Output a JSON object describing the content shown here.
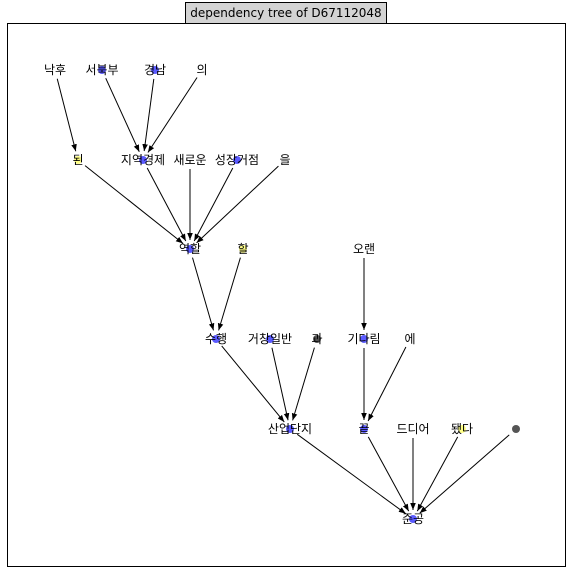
{
  "title": "dependency tree of D67112048",
  "colors": {
    "noun": "#5b5bff",
    "josa": "#ffff88",
    "punct": "#555555",
    "edge": "#000000"
  },
  "tree": {
    "nodes": [
      {
        "id": "n0",
        "text": "낙후",
        "type": "none"
      },
      {
        "id": "n1",
        "text": "서북부",
        "type": "noun"
      },
      {
        "id": "n2",
        "text": "경남",
        "type": "noun"
      },
      {
        "id": "n3",
        "text": "의",
        "type": "none"
      },
      {
        "id": "n4",
        "text": "된",
        "type": "josa"
      },
      {
        "id": "n5",
        "text": "지역경제",
        "type": "noun"
      },
      {
        "id": "n6",
        "text": "새로운",
        "type": "none"
      },
      {
        "id": "n7",
        "text": "성장거점",
        "type": "noun"
      },
      {
        "id": "n8",
        "text": "을",
        "type": "none"
      },
      {
        "id": "n9",
        "text": "역할",
        "type": "noun"
      },
      {
        "id": "n10",
        "text": "할",
        "type": "josa"
      },
      {
        "id": "n11",
        "text": "오랜",
        "type": "none"
      },
      {
        "id": "n12",
        "text": "수행",
        "type": "noun"
      },
      {
        "id": "n13",
        "text": "거창일반",
        "type": "noun"
      },
      {
        "id": "n14",
        "text": "과",
        "type": "punct"
      },
      {
        "id": "n15",
        "text": "기다림",
        "type": "noun"
      },
      {
        "id": "n16",
        "text": "에",
        "type": "none"
      },
      {
        "id": "n17",
        "text": "산업단지",
        "type": "noun"
      },
      {
        "id": "n18",
        "text": "끝",
        "type": "noun"
      },
      {
        "id": "n19",
        "text": "드디어",
        "type": "none"
      },
      {
        "id": "n20",
        "text": "됐다",
        "type": "josa"
      },
      {
        "id": "n21",
        "text": "",
        "type": "punct"
      },
      {
        "id": "n22",
        "text": "준공",
        "type": "noun"
      }
    ],
    "edges": [
      [
        "n0",
        "n4"
      ],
      [
        "n1",
        "n5"
      ],
      [
        "n2",
        "n5"
      ],
      [
        "n3",
        "n5"
      ],
      [
        "n4",
        "n9"
      ],
      [
        "n5",
        "n9"
      ],
      [
        "n6",
        "n9"
      ],
      [
        "n7",
        "n9"
      ],
      [
        "n8",
        "n9"
      ],
      [
        "n9",
        "n12"
      ],
      [
        "n10",
        "n12"
      ],
      [
        "n11",
        "n15"
      ],
      [
        "n12",
        "n17"
      ],
      [
        "n13",
        "n17"
      ],
      [
        "n14",
        "n17"
      ],
      [
        "n15",
        "n18"
      ],
      [
        "n16",
        "n18"
      ],
      [
        "n17",
        "n22"
      ],
      [
        "n18",
        "n22"
      ],
      [
        "n19",
        "n22"
      ],
      [
        "n20",
        "n22"
      ],
      [
        "n21",
        "n22"
      ]
    ]
  }
}
